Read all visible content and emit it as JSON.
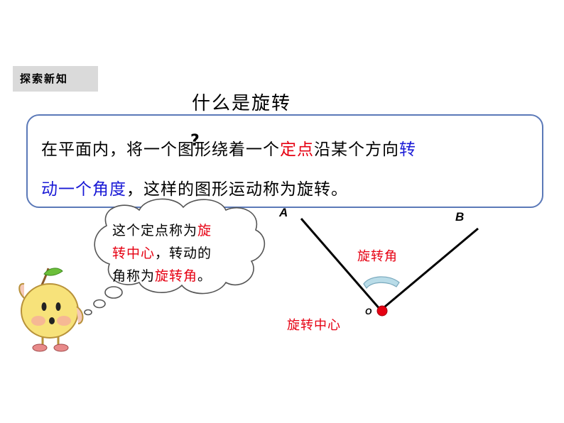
{
  "section_label": "探索新知",
  "page_title": "什么是旋转",
  "definition": {
    "line1": [
      {
        "text": "在平面内，将一个图形绕着一个",
        "color": "black"
      },
      {
        "text": "定点",
        "color": "red"
      },
      {
        "text": "沿某个方向",
        "color": "black"
      },
      {
        "text": "转",
        "color": "blue"
      }
    ],
    "line2": [
      {
        "text": "动一个角度",
        "color": "blue"
      },
      {
        "text": "，这样的图形运动称为旋转。",
        "color": "black"
      }
    ],
    "question_mark": "?"
  },
  "thought_bubble": {
    "line1": [
      {
        "text": "这个定点称为",
        "color": "black"
      },
      {
        "text": "旋",
        "color": "red"
      }
    ],
    "line2": [
      {
        "text": "转中心",
        "color": "red"
      },
      {
        "text": "，转动的",
        "color": "black"
      }
    ],
    "line3": [
      {
        "text": "角称为",
        "color": "black"
      },
      {
        "text": "旋转角",
        "color": "red"
      },
      {
        "text": "。",
        "color": "black"
      }
    ]
  },
  "diagram": {
    "point_a": "A",
    "point_b": "B",
    "point_o": "O",
    "angle_label": "旋转角",
    "center_label": "旋转中心"
  },
  "colors": {
    "red": "#e60012",
    "blue": "#1a1ad6",
    "box_border": "#5b79b8"
  },
  "icons": {
    "mascot": "apple-character-icon",
    "rotation_arc": "rotation-arc-icon"
  }
}
